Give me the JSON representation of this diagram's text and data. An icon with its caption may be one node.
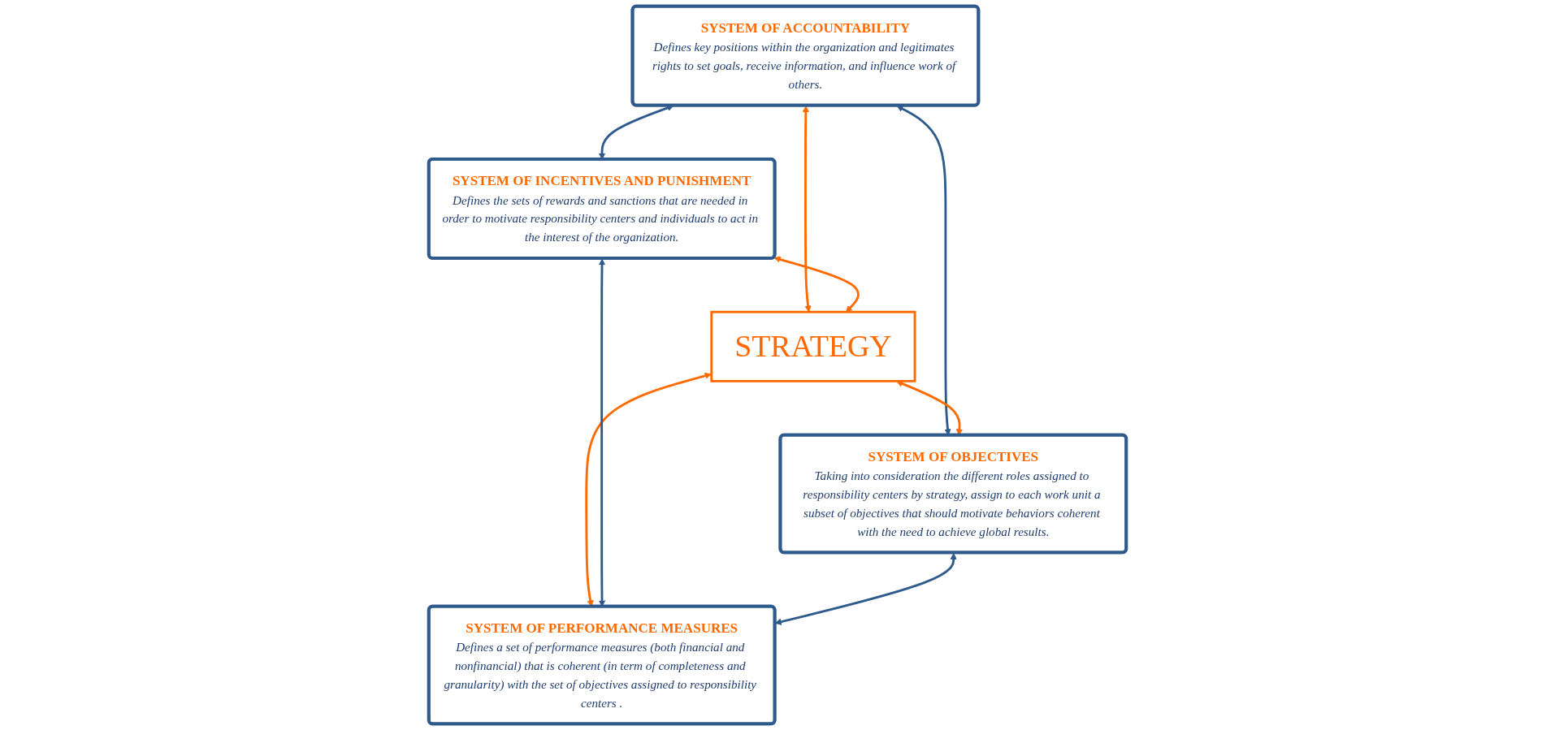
{
  "diagram": {
    "nodes": [
      {
        "text": [
          "SYSTEM OF ACCOUNTABILITY",
          "Defines key positions within the organization and legitimates rights to set goals, receive information, and influence work of others."
        ]
      },
      {
        "text": [
          "SYSTEM OF INCENTIVES AND PUNISHMENT",
          "Defines the sets of rewards and sanctions that are needed in order to motivate responsibility centers and individuals to act in the interest of the organization."
        ]
      },
      {
        "text": [
          "STRATEGY"
        ]
      },
      {
        "text": [
          "SYSTEM OF OBJECTIVES",
          "Taking into consideration the different roles assigned to responsibility centers by strategy, assign to each work unit a subset of objectives that should motivate behaviors coherent with the need to achieve global results."
        ]
      },
      {
        "text": [
          "SYSTEM OF PERFORMANCE MEASURES",
          "Defines a set of performance measures (both financial and nonfinancial) that is coherent (in term of completeness and granularity) with the set of objectives assigned to responsibility centers ."
        ]
      }
    ],
    "edges": [
      {
        "from": 0,
        "to": 1,
        "arrow": "both"
      },
      {
        "from": 0,
        "to": 3,
        "arrow": "both"
      },
      {
        "from": 0,
        "to": 2,
        "arrow": "both",
        "color": "#ff6a00"
      },
      {
        "from": 1,
        "to": 2,
        "arrow": "both",
        "color": "#ff6a00"
      },
      {
        "from": 2,
        "to": 3,
        "arrow": "both",
        "color": "#ff6a00"
      },
      {
        "from": 2,
        "to": 4,
        "arrow": "both",
        "color": "#ff6a00"
      },
      {
        "from": 1,
        "to": 4,
        "arrow": "both"
      },
      {
        "from": 3,
        "to": 4,
        "arrow": "both"
      }
    ]
  }
}
